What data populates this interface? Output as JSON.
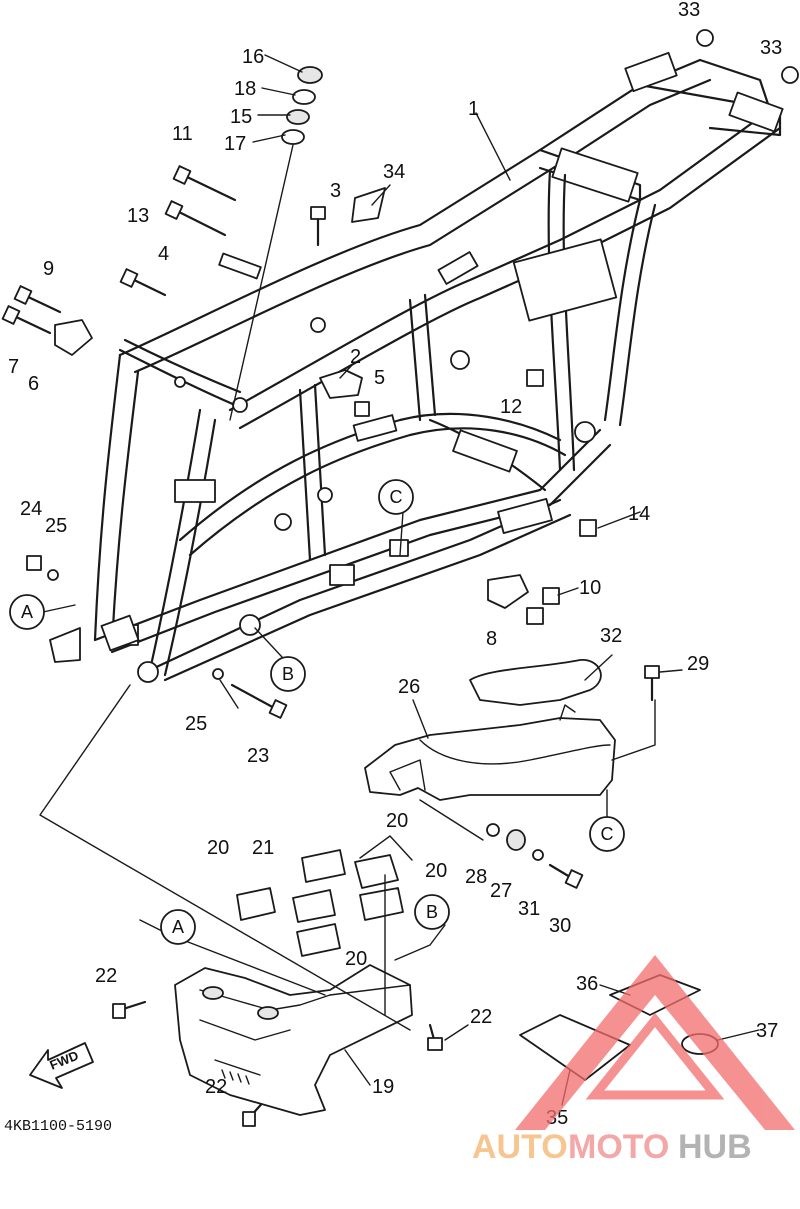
{
  "diagram": {
    "part_numbers": [
      "1",
      "2",
      "3",
      "4",
      "5",
      "6",
      "7",
      "8",
      "9",
      "10",
      "11",
      "12",
      "13",
      "14",
      "15",
      "16",
      "17",
      "18",
      "19",
      "20",
      "21",
      "22",
      "23",
      "24",
      "25",
      "26",
      "27",
      "28",
      "29",
      "30",
      "31",
      "32",
      "33",
      "34",
      "35",
      "36",
      "37"
    ],
    "callout_refs": [
      "A",
      "B",
      "C"
    ],
    "diagram_code": "4KB1100-5190",
    "direction_label": "FWD"
  },
  "watermark": {
    "part1": "AUTO",
    "part2": "MOTO",
    "part3": "HUB",
    "colors": {
      "auto": "#f4b26c",
      "moto": "#f08a8a",
      "hub": "#9a9a9a",
      "triangle": "#f26d6d"
    }
  }
}
